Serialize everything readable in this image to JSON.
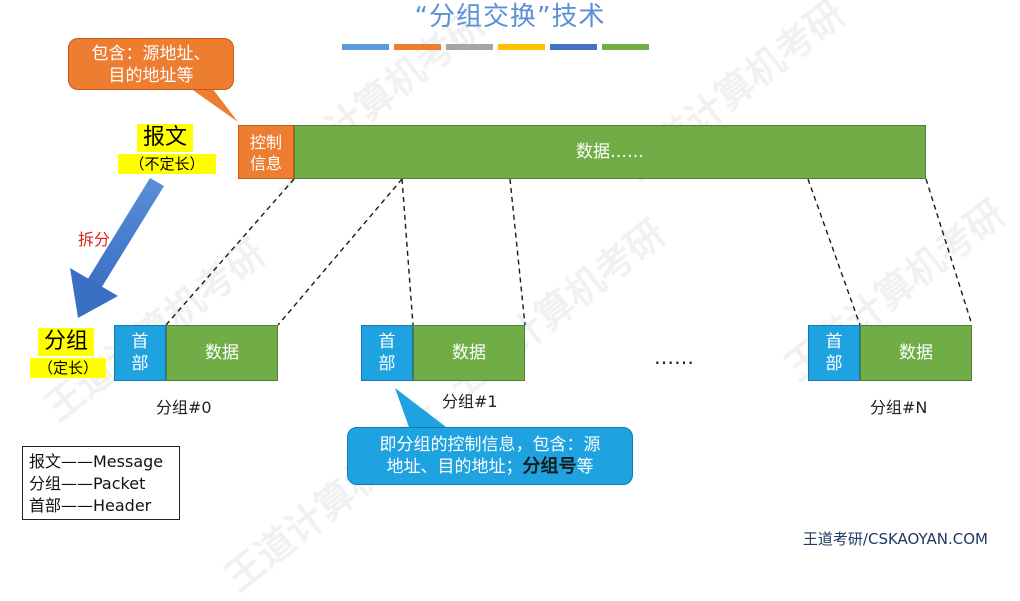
{
  "title": "“分组交换”技术",
  "title_strip_colors": [
    "#5b9bd5",
    "#ed7d31",
    "#a5a5a5",
    "#ffc000",
    "#4472c4",
    "#70ad47"
  ],
  "colors": {
    "orange": "#ed7d31",
    "green": "#70ad47",
    "blue": "#1ea2e0",
    "yellow": "#ffff00",
    "red": "#e02020"
  },
  "callout_top": {
    "line1": "包含：源地址、",
    "line2": "目的地址等"
  },
  "message": {
    "label": "报文",
    "sub": "（不定长）",
    "ctrl_line1": "控制",
    "ctrl_line2": "信息",
    "data": "数据……"
  },
  "split_label": "拆分",
  "packet_group": {
    "label": "分组",
    "sub": "（定长）"
  },
  "packets": [
    {
      "hdr1": "首",
      "hdr2": "部",
      "data": "数据",
      "label": "分组#0"
    },
    {
      "hdr1": "首",
      "hdr2": "部",
      "data": "数据",
      "label": "分组#1"
    },
    {
      "hdr1": "首",
      "hdr2": "部",
      "data": "数据",
      "label": "分组#N"
    }
  ],
  "ellipsis": "……",
  "callout_bottom": {
    "line1": "即分组的控制信息，包含：源",
    "line2a": "地址、目的地址；",
    "line2b": "分组号",
    "line2c": "等"
  },
  "legend": [
    "报文——Message",
    "分组——Packet",
    "首部——Header"
  ],
  "footer": "王道考研/CSKAOYAN.COM"
}
